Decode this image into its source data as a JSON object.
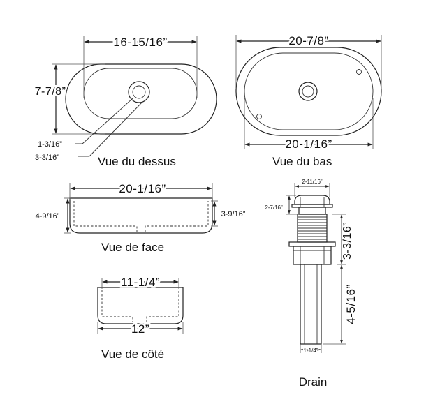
{
  "top_view": {
    "caption": "Vue du dessus",
    "width": "16-15/16”",
    "height": "7-7/8”",
    "drain_inner": "1-3/16”",
    "drain_outer": "3-3/16”"
  },
  "bottom_view": {
    "caption": "Vue du bas",
    "overall_width": "20-7/8”",
    "inner_width": "20-1/16”"
  },
  "front_view": {
    "caption": "Vue de face",
    "width": "20-1/16”",
    "left_height": "4-9/16”",
    "right_height": "3-9/16”"
  },
  "side_view": {
    "caption": "Vue de côté",
    "top_width": "11-1/4”",
    "bottom_width": "12”"
  },
  "drain": {
    "caption": "Drain",
    "cap_width": "2-11/16”",
    "cap_height": "2-7/16”",
    "thread_length": "3-3/16”",
    "pipe_length": "4-5/16”",
    "pipe_diameter": "1-1/4”"
  }
}
